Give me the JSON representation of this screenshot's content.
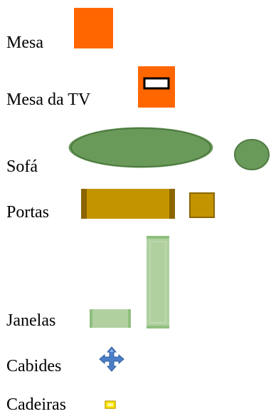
{
  "legend": {
    "items": [
      {
        "key": "mesa",
        "label": "Mesa",
        "icon": "orange-table-square-icon",
        "color": "#ff6600"
      },
      {
        "key": "mesa_tv",
        "label": "Mesa da TV",
        "icon": "tv-table-icon",
        "color": "#ff6600"
      },
      {
        "key": "sofa",
        "label": "Sofá",
        "icon": "sofa-ellipse-icon",
        "color": "#6a9a5a"
      },
      {
        "key": "portas",
        "label": "Portas",
        "icon": "door-rectangle-icon",
        "color": "#c49400"
      },
      {
        "key": "janelas",
        "label": "Janelas",
        "icon": "window-bar-icon",
        "color": "#b0d0a0"
      },
      {
        "key": "cabides",
        "label": "Cabides",
        "icon": "coat-hanger-move-icon",
        "color": "#4a7ec8"
      },
      {
        "key": "cadeiras",
        "label": "Cadeiras",
        "icon": "chair-square-icon",
        "color": "#ffe600"
      }
    ]
  }
}
